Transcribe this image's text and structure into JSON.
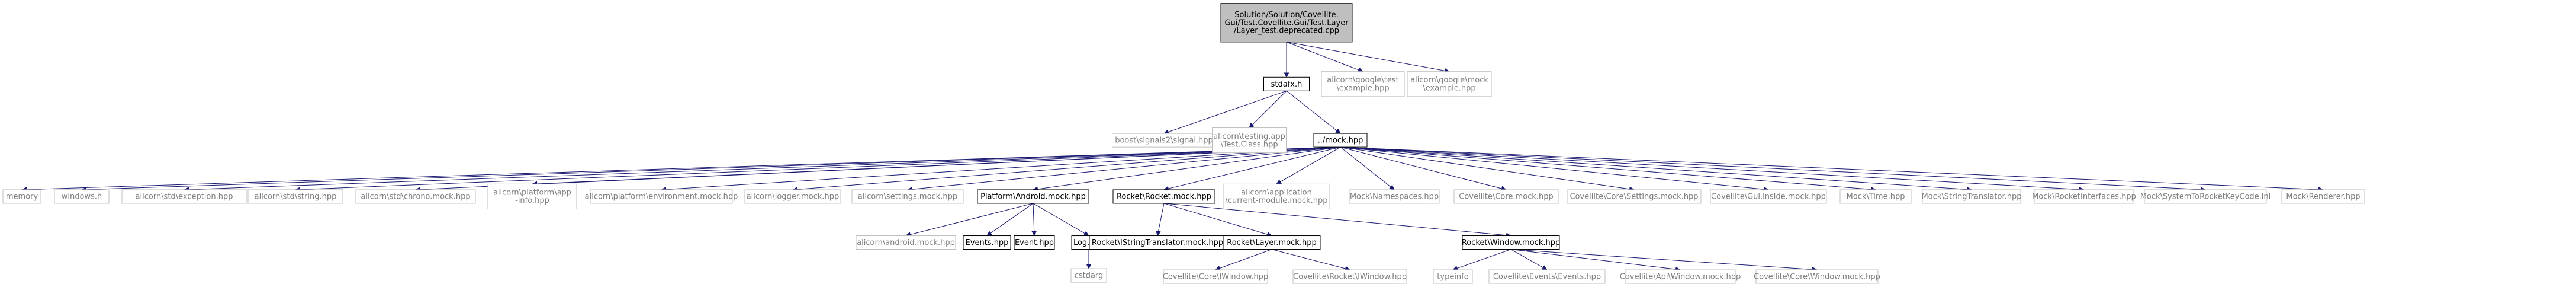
{
  "colors": {
    "edge": "#191970",
    "main_fill": "#bfbfbf",
    "node_fill": "#ffffff",
    "solid_stroke": "#000000",
    "ghost_stroke": "#bfbfbf",
    "ghost_text": "#7f7f7f"
  },
  "nodes": [
    {
      "id": "root",
      "lines": [
        "Solution/Solution/Covellite.",
        "Gui/Test.Covellite.Gui/Test.Layer",
        "/Layer_test.deprecated.cpp"
      ],
      "style": "main"
    },
    {
      "id": "stdafx",
      "lines": [
        "stdafx.h"
      ],
      "style": "solid"
    },
    {
      "id": "gtest",
      "lines": [
        "alicorn\\google\\test",
        "\\example.hpp"
      ],
      "style": "ghost"
    },
    {
      "id": "gmock",
      "lines": [
        "alicorn\\google\\mock",
        "\\example.hpp"
      ],
      "style": "ghost"
    },
    {
      "id": "signal",
      "lines": [
        "boost\\signals2\\signal.hpp"
      ],
      "style": "ghost"
    },
    {
      "id": "testclass",
      "lines": [
        "alicorn\\testing.app",
        "\\Test.Class.hpp"
      ],
      "style": "ghost"
    },
    {
      "id": "mock",
      "lines": [
        "../mock.hpp"
      ],
      "style": "solid"
    },
    {
      "id": "memory",
      "lines": [
        "memory"
      ],
      "style": "ghost"
    },
    {
      "id": "windows",
      "lines": [
        "windows.h"
      ],
      "style": "ghost"
    },
    {
      "id": "exception",
      "lines": [
        "alicorn\\std\\exception.hpp"
      ],
      "style": "ghost"
    },
    {
      "id": "string",
      "lines": [
        "alicorn\\std\\string.hpp"
      ],
      "style": "ghost"
    },
    {
      "id": "chrono",
      "lines": [
        "alicorn\\std\\chrono.mock.hpp"
      ],
      "style": "ghost"
    },
    {
      "id": "appinfo",
      "lines": [
        "alicorn\\platform\\app",
        "-info.hpp"
      ],
      "style": "ghost"
    },
    {
      "id": "environment",
      "lines": [
        "alicorn\\platform\\environment.mock.hpp"
      ],
      "style": "ghost"
    },
    {
      "id": "logger",
      "lines": [
        "alicorn\\logger.mock.hpp"
      ],
      "style": "ghost"
    },
    {
      "id": "settings",
      "lines": [
        "alicorn\\settings.mock.hpp"
      ],
      "style": "ghost"
    },
    {
      "id": "android",
      "lines": [
        "Platform\\Android.mock.hpp"
      ],
      "style": "solid"
    },
    {
      "id": "rocket",
      "lines": [
        "Rocket\\Rocket.mock.hpp"
      ],
      "style": "solid"
    },
    {
      "id": "curmodule",
      "lines": [
        "alicorn\\application",
        "\\current-module.mock.hpp"
      ],
      "style": "ghost"
    },
    {
      "id": "namespaces",
      "lines": [
        "Mock\\Namespaces.hpp"
      ],
      "style": "ghost"
    },
    {
      "id": "coremock",
      "lines": [
        "Covellite\\Core.mock.hpp"
      ],
      "style": "ghost"
    },
    {
      "id": "coresettings",
      "lines": [
        "Covellite\\Core\\Settings.mock.hpp"
      ],
      "style": "ghost"
    },
    {
      "id": "guiinside",
      "lines": [
        "Covellite\\Gui.inside.mock.hpp"
      ],
      "style": "ghost"
    },
    {
      "id": "time",
      "lines": [
        "Mock\\Time.hpp"
      ],
      "style": "ghost"
    },
    {
      "id": "strtrans",
      "lines": [
        "Mock\\StringTranslator.hpp"
      ],
      "style": "ghost"
    },
    {
      "id": "rocketif",
      "lines": [
        "Mock\\RocketInterfaces.hpp"
      ],
      "style": "ghost"
    },
    {
      "id": "keycode",
      "lines": [
        "Mock\\SystemToRocketKeyCode.inl"
      ],
      "style": "ghost"
    },
    {
      "id": "renderer",
      "lines": [
        "Mock\\Renderer.hpp"
      ],
      "style": "ghost"
    },
    {
      "id": "androidmock",
      "lines": [
        "alicorn\\android.mock.hpp"
      ],
      "style": "ghost"
    },
    {
      "id": "events",
      "lines": [
        "Events.hpp"
      ],
      "style": "solid"
    },
    {
      "id": "event",
      "lines": [
        "Event.hpp"
      ],
      "style": "solid"
    },
    {
      "id": "log",
      "lines": [
        "Log.hpp"
      ],
      "style": "solid"
    },
    {
      "id": "cstdarg",
      "lines": [
        "cstdarg"
      ],
      "style": "ghost"
    },
    {
      "id": "istrtrans",
      "lines": [
        "Rocket\\IStringTranslator.mock.hpp"
      ],
      "style": "solid"
    },
    {
      "id": "layer",
      "lines": [
        "Rocket\\Layer.mock.hpp"
      ],
      "style": "solid"
    },
    {
      "id": "window",
      "lines": [
        "Rocket\\Window.mock.hpp"
      ],
      "style": "solid"
    },
    {
      "id": "iwindowcore",
      "lines": [
        "Covellite\\Core\\IWindow.hpp"
      ],
      "style": "ghost"
    },
    {
      "id": "iwindowrocket",
      "lines": [
        "Covellite\\Rocket\\IWindow.hpp"
      ],
      "style": "ghost"
    },
    {
      "id": "typeinfo",
      "lines": [
        "typeinfo"
      ],
      "style": "ghost"
    },
    {
      "id": "eventsevents",
      "lines": [
        "Covellite\\Events\\Events.hpp"
      ],
      "style": "ghost"
    },
    {
      "id": "apiwindow",
      "lines": [
        "Covellite\\Api\\Window.mock.hpp"
      ],
      "style": "ghost"
    },
    {
      "id": "corewindow",
      "lines": [
        "Covellite\\Core\\Window.mock.hpp"
      ],
      "style": "ghost"
    }
  ],
  "edges": [
    [
      "root",
      "stdafx"
    ],
    [
      "root",
      "gtest"
    ],
    [
      "root",
      "gmock"
    ],
    [
      "stdafx",
      "signal"
    ],
    [
      "stdafx",
      "testclass"
    ],
    [
      "stdafx",
      "mock"
    ],
    [
      "mock",
      "memory"
    ],
    [
      "mock",
      "windows"
    ],
    [
      "mock",
      "exception"
    ],
    [
      "mock",
      "string"
    ],
    [
      "mock",
      "chrono"
    ],
    [
      "mock",
      "appinfo"
    ],
    [
      "mock",
      "environment"
    ],
    [
      "mock",
      "logger"
    ],
    [
      "mock",
      "settings"
    ],
    [
      "mock",
      "android"
    ],
    [
      "mock",
      "rocket"
    ],
    [
      "mock",
      "curmodule"
    ],
    [
      "mock",
      "namespaces"
    ],
    [
      "mock",
      "coremock"
    ],
    [
      "mock",
      "coresettings"
    ],
    [
      "mock",
      "guiinside"
    ],
    [
      "mock",
      "time"
    ],
    [
      "mock",
      "strtrans"
    ],
    [
      "mock",
      "rocketif"
    ],
    [
      "mock",
      "keycode"
    ],
    [
      "mock",
      "renderer"
    ],
    [
      "android",
      "androidmock"
    ],
    [
      "android",
      "events"
    ],
    [
      "android",
      "event"
    ],
    [
      "android",
      "log"
    ],
    [
      "log",
      "cstdarg"
    ],
    [
      "rocket",
      "istrtrans"
    ],
    [
      "rocket",
      "layer"
    ],
    [
      "rocket",
      "window"
    ],
    [
      "layer",
      "iwindowcore"
    ],
    [
      "layer",
      "iwindowrocket"
    ],
    [
      "window",
      "typeinfo"
    ],
    [
      "window",
      "eventsevents"
    ],
    [
      "window",
      "apiwindow"
    ],
    [
      "window",
      "corewindow"
    ]
  ]
}
